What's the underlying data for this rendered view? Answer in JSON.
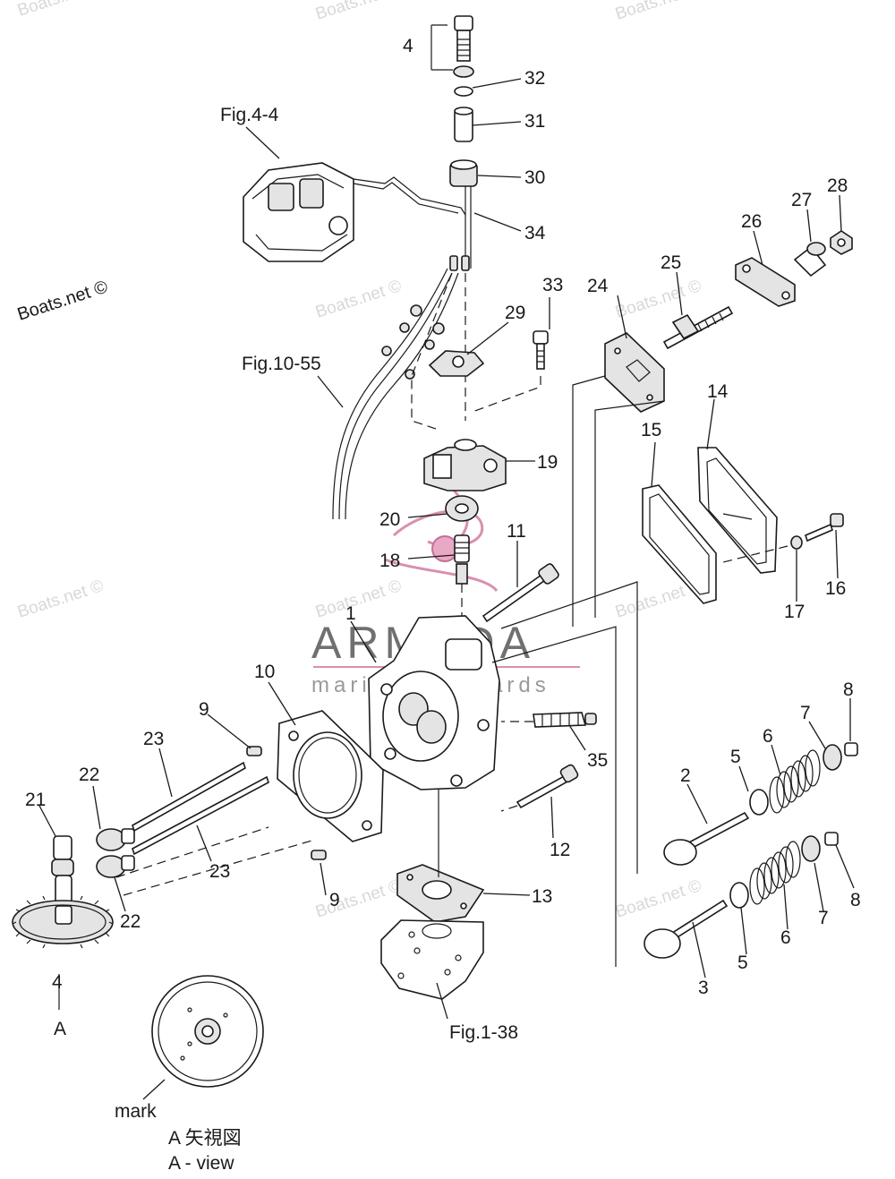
{
  "watermarks": {
    "site": "Boats.net",
    "copyright": "Boats.net ©"
  },
  "brand": {
    "name": "ARMADA",
    "tagline": "marine outboards"
  },
  "figure_refs": {
    "carburetor": "Fig.4-4",
    "fuel_lines": "Fig.10-55",
    "gasket_plate": "Fig.1-38"
  },
  "callouts": {
    "c1": "1",
    "c2": "2",
    "c3": "3",
    "c4_top": "4",
    "c4_bottom": "4",
    "c5a": "5",
    "c5b": "5",
    "c6a": "6",
    "c6b": "6",
    "c7a": "7",
    "c7b": "7",
    "c8a": "8",
    "c8b": "8",
    "c9a": "9",
    "c9b": "9",
    "c10": "10",
    "c11": "11",
    "c12": "12",
    "c13": "13",
    "c14": "14",
    "c15": "15",
    "c16": "16",
    "c17": "17",
    "c18": "18",
    "c19": "19",
    "c20": "20",
    "c21": "21",
    "c22a": "22",
    "c22b": "22",
    "c23a": "23",
    "c23b": "23",
    "c24": "24",
    "c25": "25",
    "c26": "26",
    "c27": "27",
    "c28": "28",
    "c29": "29",
    "c30": "30",
    "c31": "31",
    "c32": "32",
    "c33": "33",
    "c34": "34",
    "c35": "35"
  },
  "view": {
    "a_label": "A",
    "mark_label": "mark",
    "view_jp": "A 矢視図",
    "view_en": "A - view"
  }
}
